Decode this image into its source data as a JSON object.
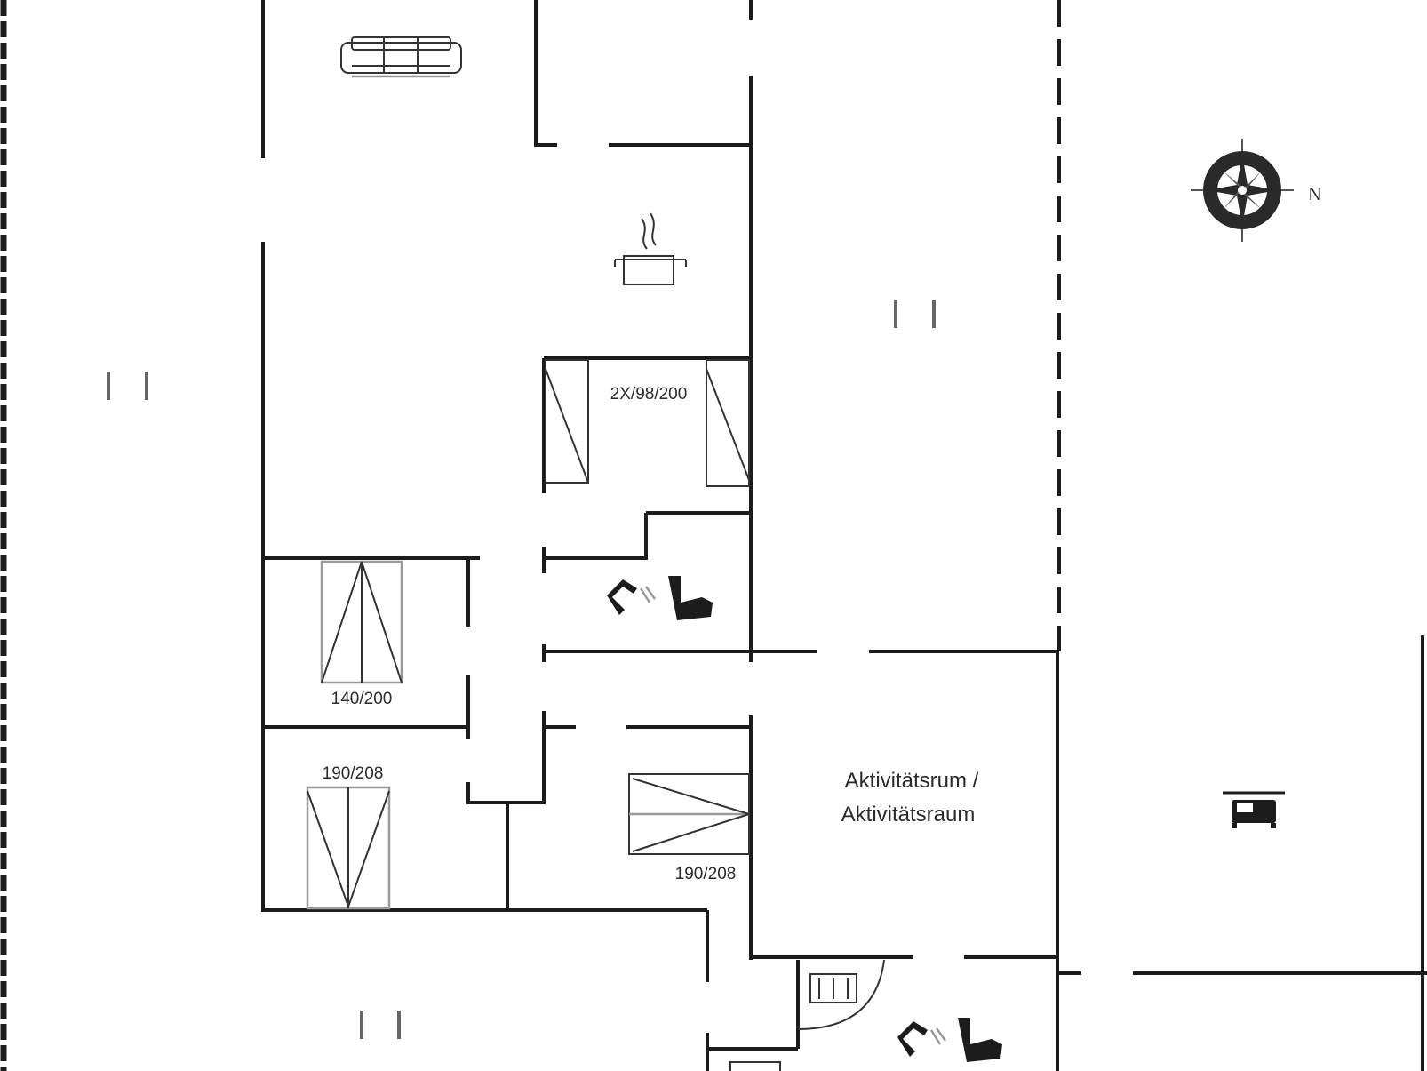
{
  "labels": {
    "bed_double_top": "2X/98/200",
    "bed_140": "140/200",
    "bed_90_left": "190/208",
    "bed_90_right": "190/208",
    "room_line1": "Aktivitätsrum /",
    "room_line2": "Aktivitätsraum",
    "compass_letter": "N"
  },
  "colors": {
    "wall": "#1c1c1c",
    "furniture": "#333333",
    "background": "#ffffff"
  },
  "icons": [
    "sofa-icon",
    "cooking-pot-icon",
    "shower-icon",
    "toilet-icon",
    "compass-rose-icon",
    "bed-icon",
    "window-icon"
  ]
}
